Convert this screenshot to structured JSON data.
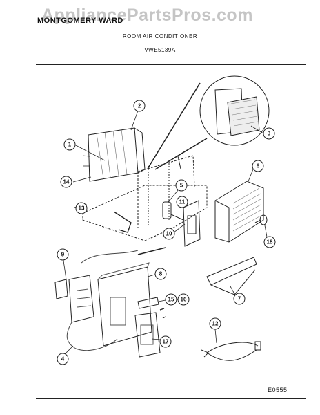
{
  "watermark": "AppliancePartsPros.com",
  "header": {
    "brand": "MONTGOMERY WARD",
    "title": "ROOM AIR CONDITIONER",
    "model": "VWE5139A"
  },
  "figure_code": "E0555",
  "callouts": [
    {
      "label": "1"
    },
    {
      "label": "2"
    },
    {
      "label": "3"
    },
    {
      "label": "4"
    },
    {
      "label": "5"
    },
    {
      "label": "6"
    },
    {
      "label": "7"
    },
    {
      "label": "8"
    },
    {
      "label": "9"
    },
    {
      "label": "10"
    },
    {
      "label": "11"
    },
    {
      "label": "12"
    },
    {
      "label": "13"
    },
    {
      "label": "14"
    },
    {
      "label": "15"
    },
    {
      "label": "16"
    },
    {
      "label": "17"
    },
    {
      "label": "18"
    }
  ]
}
